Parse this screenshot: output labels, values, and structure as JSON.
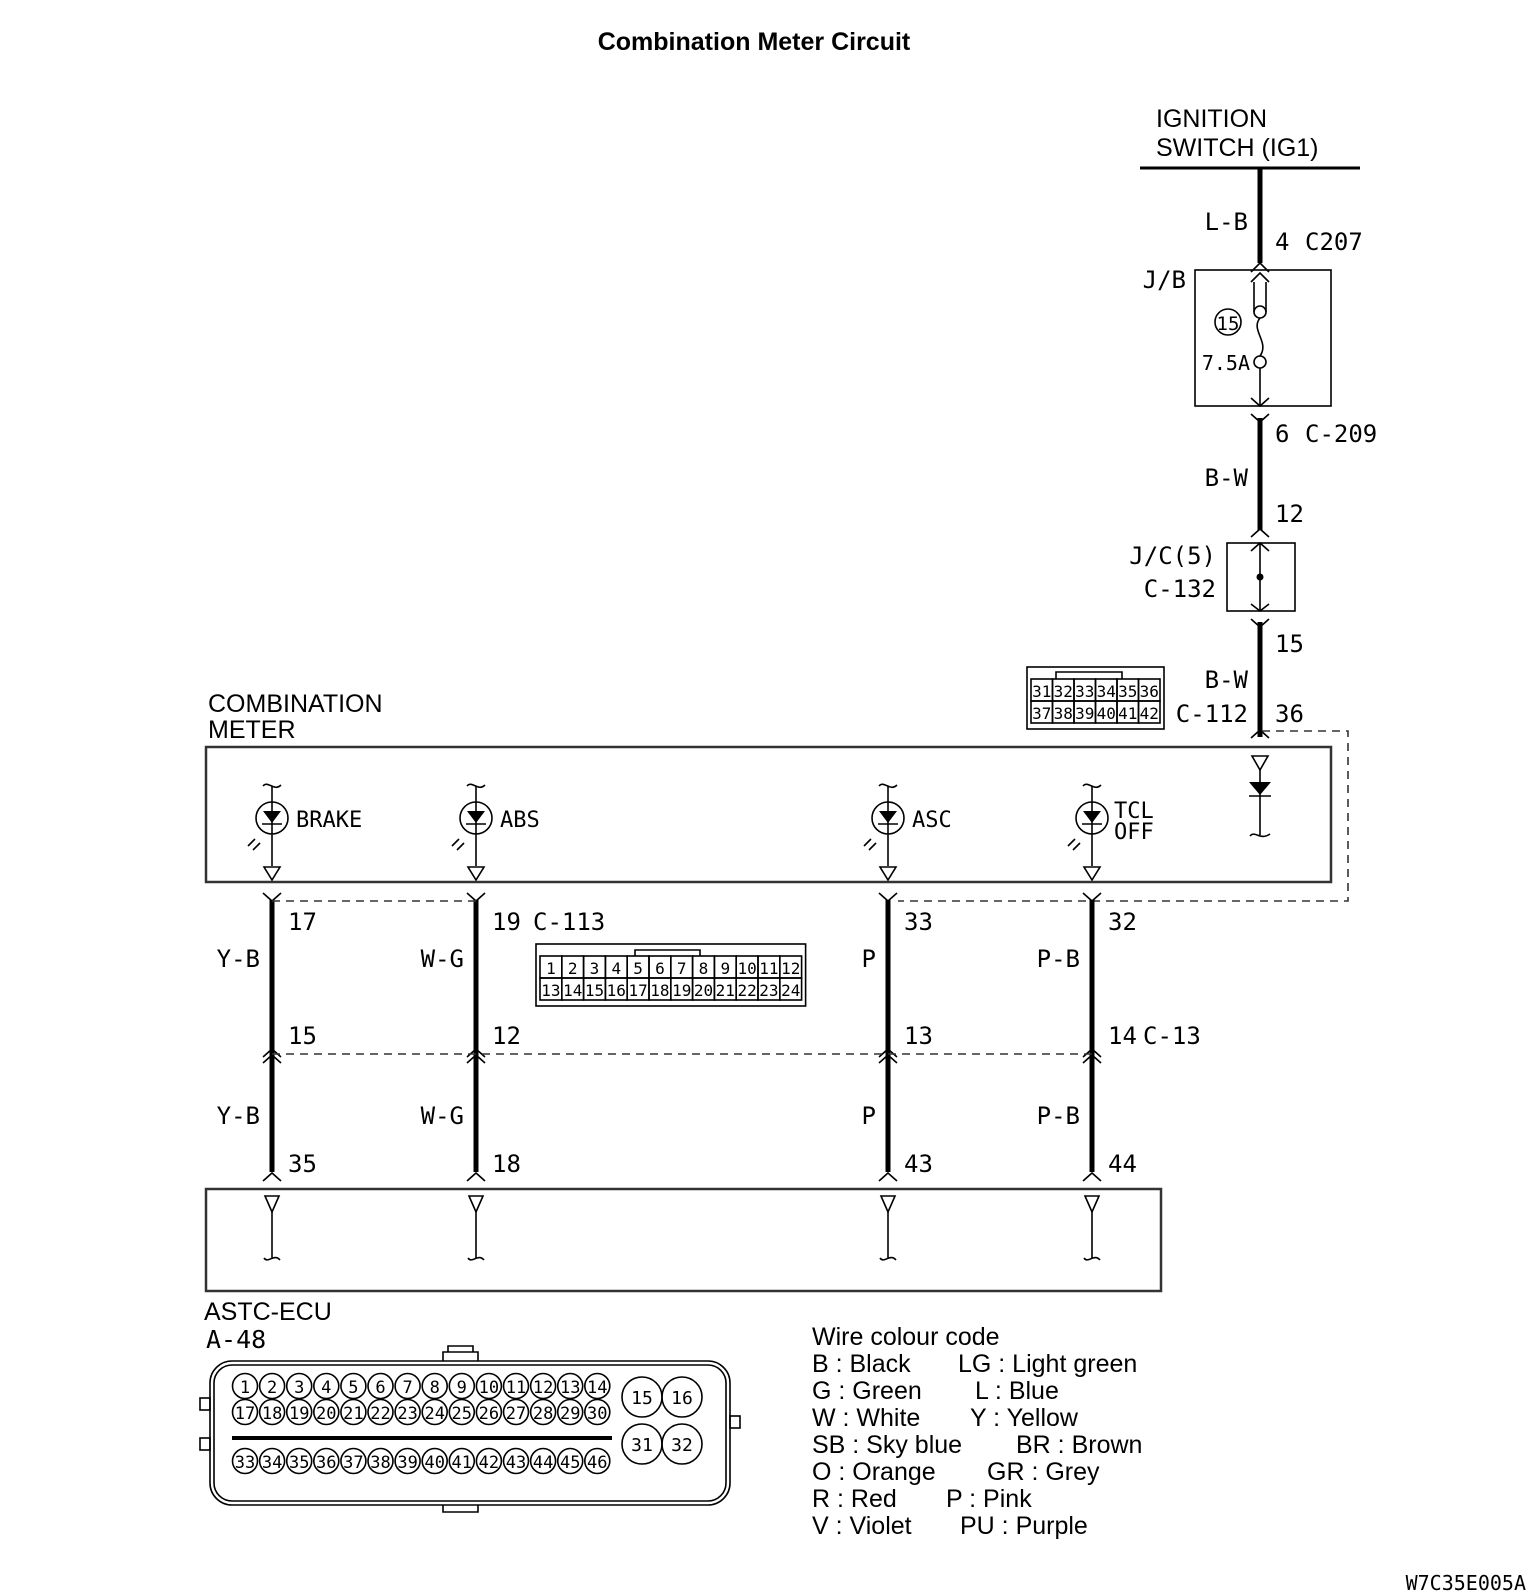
{
  "title": "Combination Meter Circuit",
  "figure_id": "W7C35E005A",
  "ignition": {
    "line1": "IGNITION",
    "line2": "SWITCH (IG1)"
  },
  "jb": {
    "label": "J/B",
    "fuse_number": "15",
    "fuse_rating": "7.5A",
    "in_wire": "L-B",
    "in_pin": "4",
    "in_connector": "C207",
    "out_pin": "6",
    "out_connector": "C-209"
  },
  "jc": {
    "label": "J/C(5)",
    "connector": "C-132",
    "in_wire": "B-W",
    "in_pin": "12",
    "out_pin": "15",
    "out_wire": "B-W"
  },
  "c112": {
    "connector": "C-112",
    "pin": "36",
    "top_row": [
      "31",
      "32",
      "33",
      "34",
      "35",
      "36"
    ],
    "bottom_row": [
      "37",
      "38",
      "39",
      "40",
      "41",
      "42"
    ]
  },
  "meter": {
    "line1": "COMBINATION",
    "line2": "METER",
    "lamps": [
      {
        "label1": "BRAKE",
        "label2": ""
      },
      {
        "label1": "ABS",
        "label2": ""
      },
      {
        "label1": "ASC",
        "label2": ""
      },
      {
        "label1": "TCL",
        "label2": "OFF"
      }
    ]
  },
  "c113": {
    "connector": "C-113",
    "top_row": [
      "1",
      "2",
      "3",
      "4",
      "5",
      "6",
      "7",
      "8",
      "9",
      "10",
      "11",
      "12"
    ],
    "bottom_row": [
      "13",
      "14",
      "15",
      "16",
      "17",
      "18",
      "19",
      "20",
      "21",
      "22",
      "23",
      "24"
    ]
  },
  "c13": {
    "connector": "C-13"
  },
  "branches": [
    {
      "meter_pin": "17",
      "wire_top": "Y-B",
      "mid_pin": "15",
      "wire_bottom": "Y-B",
      "ecu_pin": "35"
    },
    {
      "meter_pin": "19",
      "wire_top": "W-G",
      "mid_pin": "12",
      "wire_bottom": "W-G",
      "ecu_pin": "18"
    },
    {
      "meter_pin": "33",
      "wire_top": "P",
      "mid_pin": "13",
      "wire_bottom": "P",
      "ecu_pin": "43"
    },
    {
      "meter_pin": "32",
      "wire_top": "P-B",
      "mid_pin": "14",
      "wire_bottom": "P-B",
      "ecu_pin": "44"
    }
  ],
  "ecu": {
    "name": "ASTC-ECU",
    "connector": "A-48",
    "row1": [
      "1",
      "2",
      "3",
      "4",
      "5",
      "6",
      "7",
      "8",
      "9",
      "10",
      "11",
      "12",
      "13",
      "14"
    ],
    "row2": [
      "17",
      "18",
      "19",
      "20",
      "21",
      "22",
      "23",
      "24",
      "25",
      "26",
      "27",
      "28",
      "29",
      "30"
    ],
    "row3": [
      "33",
      "34",
      "35",
      "36",
      "37",
      "38",
      "39",
      "40",
      "41",
      "42",
      "43",
      "44",
      "45",
      "46"
    ],
    "big_top": [
      "15",
      "16"
    ],
    "big_bottom": [
      "31",
      "32"
    ]
  },
  "legend": {
    "title": "Wire colour code",
    "rows": [
      [
        "B : Black",
        "LG : Light green"
      ],
      [
        "G : Green",
        "L : Blue"
      ],
      [
        "W : White",
        "Y : Yellow"
      ],
      [
        "SB : Sky blue",
        "BR : Brown"
      ],
      [
        "O : Orange",
        "GR : Grey"
      ],
      [
        "R : Red",
        "P : Pink"
      ],
      [
        "V : Violet",
        "PU : Purple"
      ]
    ]
  }
}
